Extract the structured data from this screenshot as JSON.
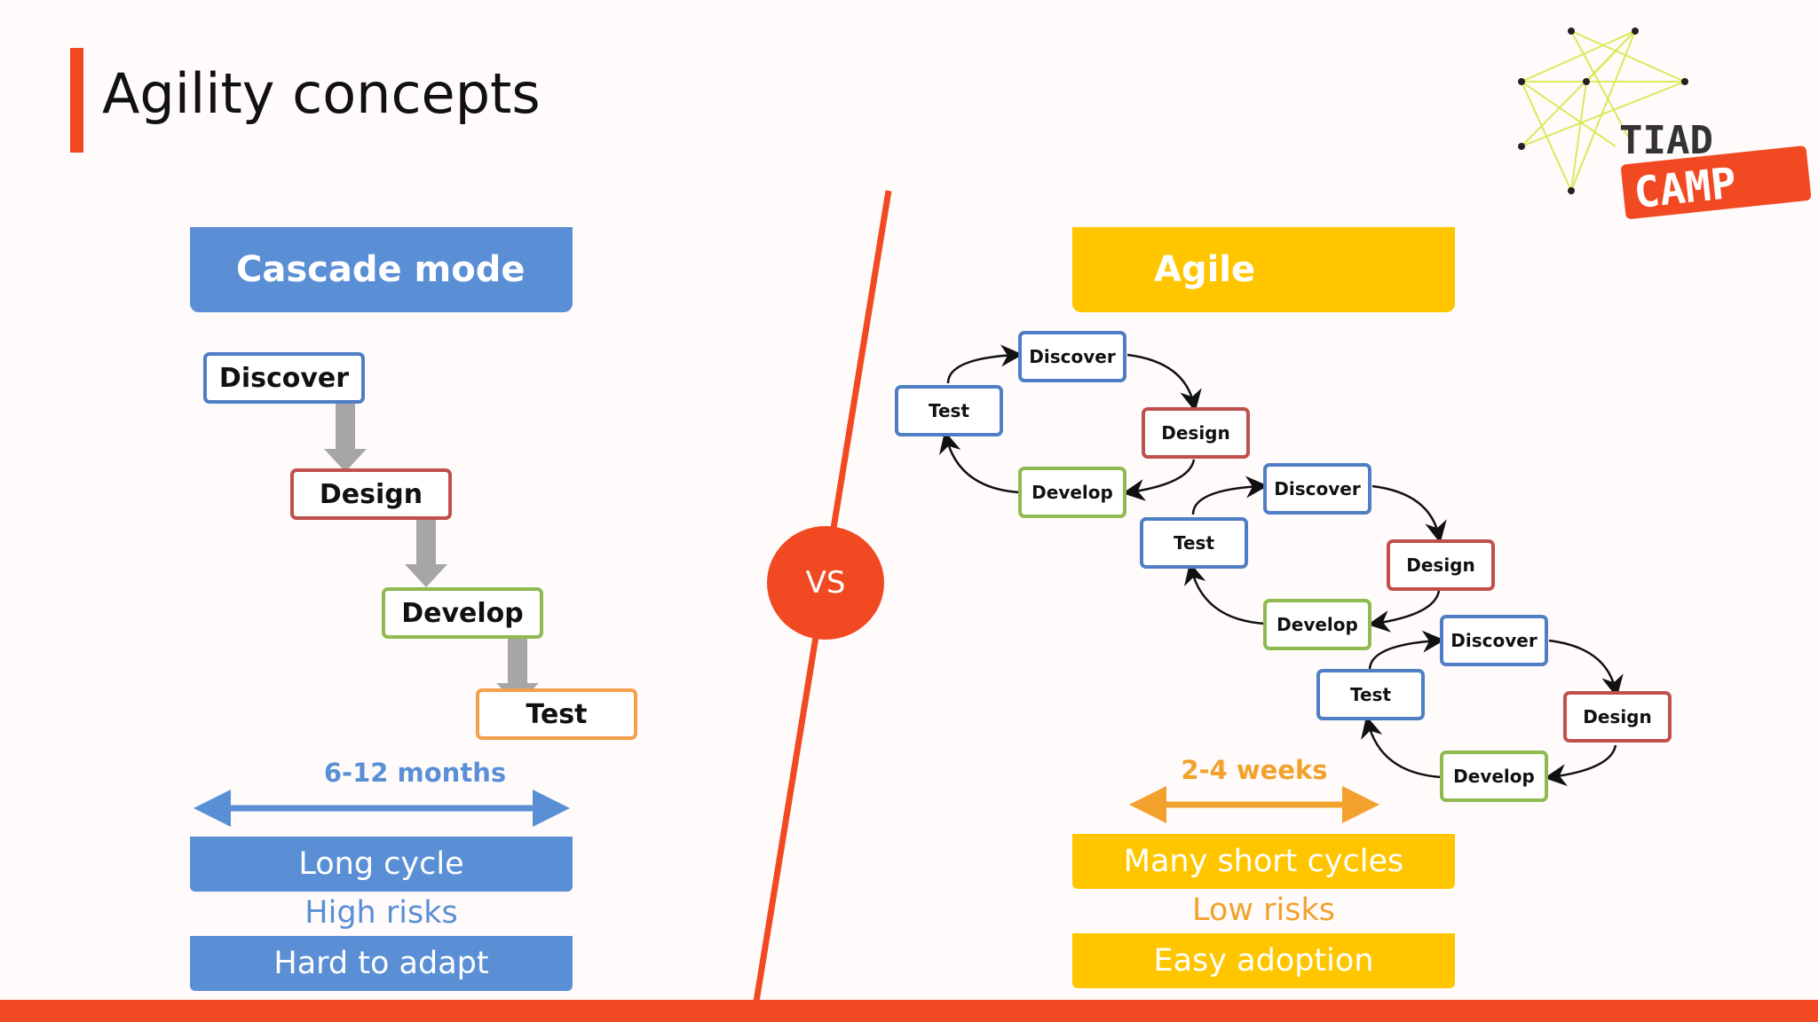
{
  "slide": {
    "title": "Agility concepts",
    "vs_label": "VS"
  },
  "logo": {
    "line1": "TIAD",
    "line2": "CAMP"
  },
  "cascade": {
    "header": "Cascade mode",
    "steps": [
      "Discover",
      "Design",
      "Develop",
      "Test"
    ],
    "duration": "6-12 months",
    "traits": [
      "Long cycle",
      "High risks",
      "Hard to adapt"
    ]
  },
  "agile": {
    "header": "Agile",
    "cycle_steps": [
      "Discover",
      "Design",
      "Develop",
      "Test"
    ],
    "duration": "2-4 weeks",
    "traits": [
      "Many short cycles",
      "Low risks",
      "Easy adoption"
    ]
  },
  "colors": {
    "accent": "#f14a23",
    "cascade_blue": "#5a8fd6",
    "agile_yellow": "#ffc600",
    "agile_orange": "#f2a12c",
    "box_blue": "#4f7ec4",
    "box_red": "#c0504d",
    "box_green": "#8fba50",
    "box_orange": "#f5a04a"
  }
}
